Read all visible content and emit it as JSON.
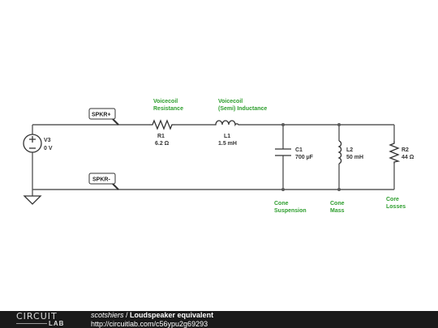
{
  "diagram": {
    "source": {
      "ref": "V3",
      "value": "0 V"
    },
    "ports": {
      "positive": "SPKR+",
      "negative": "SPKR-"
    },
    "components": [
      {
        "id": "r1",
        "ref": "R1",
        "value": "6.2 Ω",
        "note": [
          "Voicecoil",
          "Resistance"
        ]
      },
      {
        "id": "l1",
        "ref": "L1",
        "value": "1.5 mH",
        "note": [
          "Voicecoil",
          "(Semi) Inductance"
        ]
      },
      {
        "id": "c1",
        "ref": "C1",
        "value": "700 µF",
        "note": [
          "Cone",
          "Suspension"
        ]
      },
      {
        "id": "l2",
        "ref": "L2",
        "value": "50 mH",
        "note": [
          "Cone",
          "Mass"
        ]
      },
      {
        "id": "r2",
        "ref": "R2",
        "value": "44 Ω",
        "note": [
          "Core",
          "Losses"
        ]
      }
    ]
  },
  "footer": {
    "logo_top": "CIRCUIT",
    "logo_bottom": "LAB",
    "author": "scotshiers",
    "separator": " / ",
    "title": "Loudspeaker equivalent",
    "url": "http://circuitlab.com/c56ypu2g69293"
  },
  "colors": {
    "note": "#2e9e2e",
    "wire": "#5a5a5a",
    "footer_bg": "#1a1a1a"
  }
}
